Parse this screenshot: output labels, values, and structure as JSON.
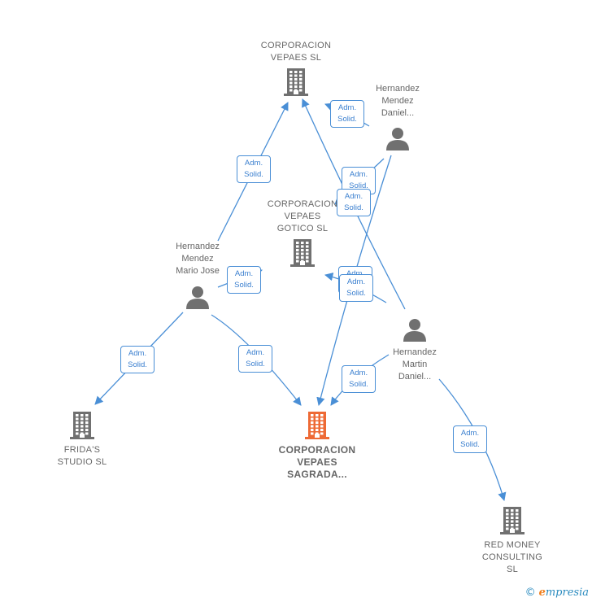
{
  "colors": {
    "edge": "#4a8fd6",
    "node": "#707070",
    "highlight": "#ee6a35"
  },
  "nodes": [
    {
      "id": "vepaes",
      "kind": "company",
      "label": "CORPORACION\nVEPAES  SL",
      "highlight": false
    },
    {
      "id": "gotico",
      "kind": "company",
      "label": "CORPORACION\nVEPAES\nGOTICO  SL",
      "highlight": false
    },
    {
      "id": "sagrada",
      "kind": "company",
      "label": "CORPORACION\nVEPAES\nSAGRADA...",
      "highlight": true
    },
    {
      "id": "fridas",
      "kind": "company",
      "label": "FRIDA'S\nSTUDIO  SL",
      "highlight": false
    },
    {
      "id": "redmoney",
      "kind": "company",
      "label": "RED MONEY\nCONSULTING\nSL",
      "highlight": false
    },
    {
      "id": "hm_daniel",
      "kind": "person",
      "label": "Hernandez\nMendez\nDaniel...",
      "highlight": false
    },
    {
      "id": "hm_mario",
      "kind": "person",
      "label": "Hernandez\nMendez\nMario Jose",
      "highlight": false
    },
    {
      "id": "hmartin_daniel",
      "kind": "person",
      "label": "Hernandez\nMartin\nDaniel...",
      "highlight": false
    }
  ],
  "edges": [
    {
      "from": "hm_mario",
      "to": "vepaes",
      "label": [
        "Adm.",
        "Solid."
      ]
    },
    {
      "from": "hm_mario",
      "to": "gotico",
      "label": [
        "Adm.",
        "Solid."
      ]
    },
    {
      "from": "hm_mario",
      "to": "fridas",
      "label": [
        "Adm.",
        "Solid."
      ]
    },
    {
      "from": "hm_mario",
      "to": "sagrada",
      "label": [
        "Adm.",
        "Solid."
      ]
    },
    {
      "from": "hm_daniel",
      "to": "vepaes",
      "label": [
        "Adm.",
        "Solid."
      ]
    },
    {
      "from": "hm_daniel",
      "to": "gotico",
      "label": [
        "Adm.",
        "Solid."
      ]
    },
    {
      "from": "hm_daniel",
      "to": "sagrada",
      "label": [
        "Adm.",
        "Solid."
      ]
    },
    {
      "from": "hmartin_daniel",
      "to": "vepaes",
      "label": [
        "Adm.",
        "Solid."
      ]
    },
    {
      "from": "hmartin_daniel",
      "to": "gotico",
      "label": [
        "Adm.",
        "Solid."
      ]
    },
    {
      "from": "hmartin_daniel",
      "to": "sagrada",
      "label": [
        "Adm.",
        "Solid."
      ]
    },
    {
      "from": "hmartin_daniel",
      "to": "redmoney",
      "label": [
        "Adm.",
        "Solid."
      ]
    }
  ],
  "footer": {
    "copyright": "©",
    "brand_initial": "e",
    "brand_rest": "mpresia"
  }
}
